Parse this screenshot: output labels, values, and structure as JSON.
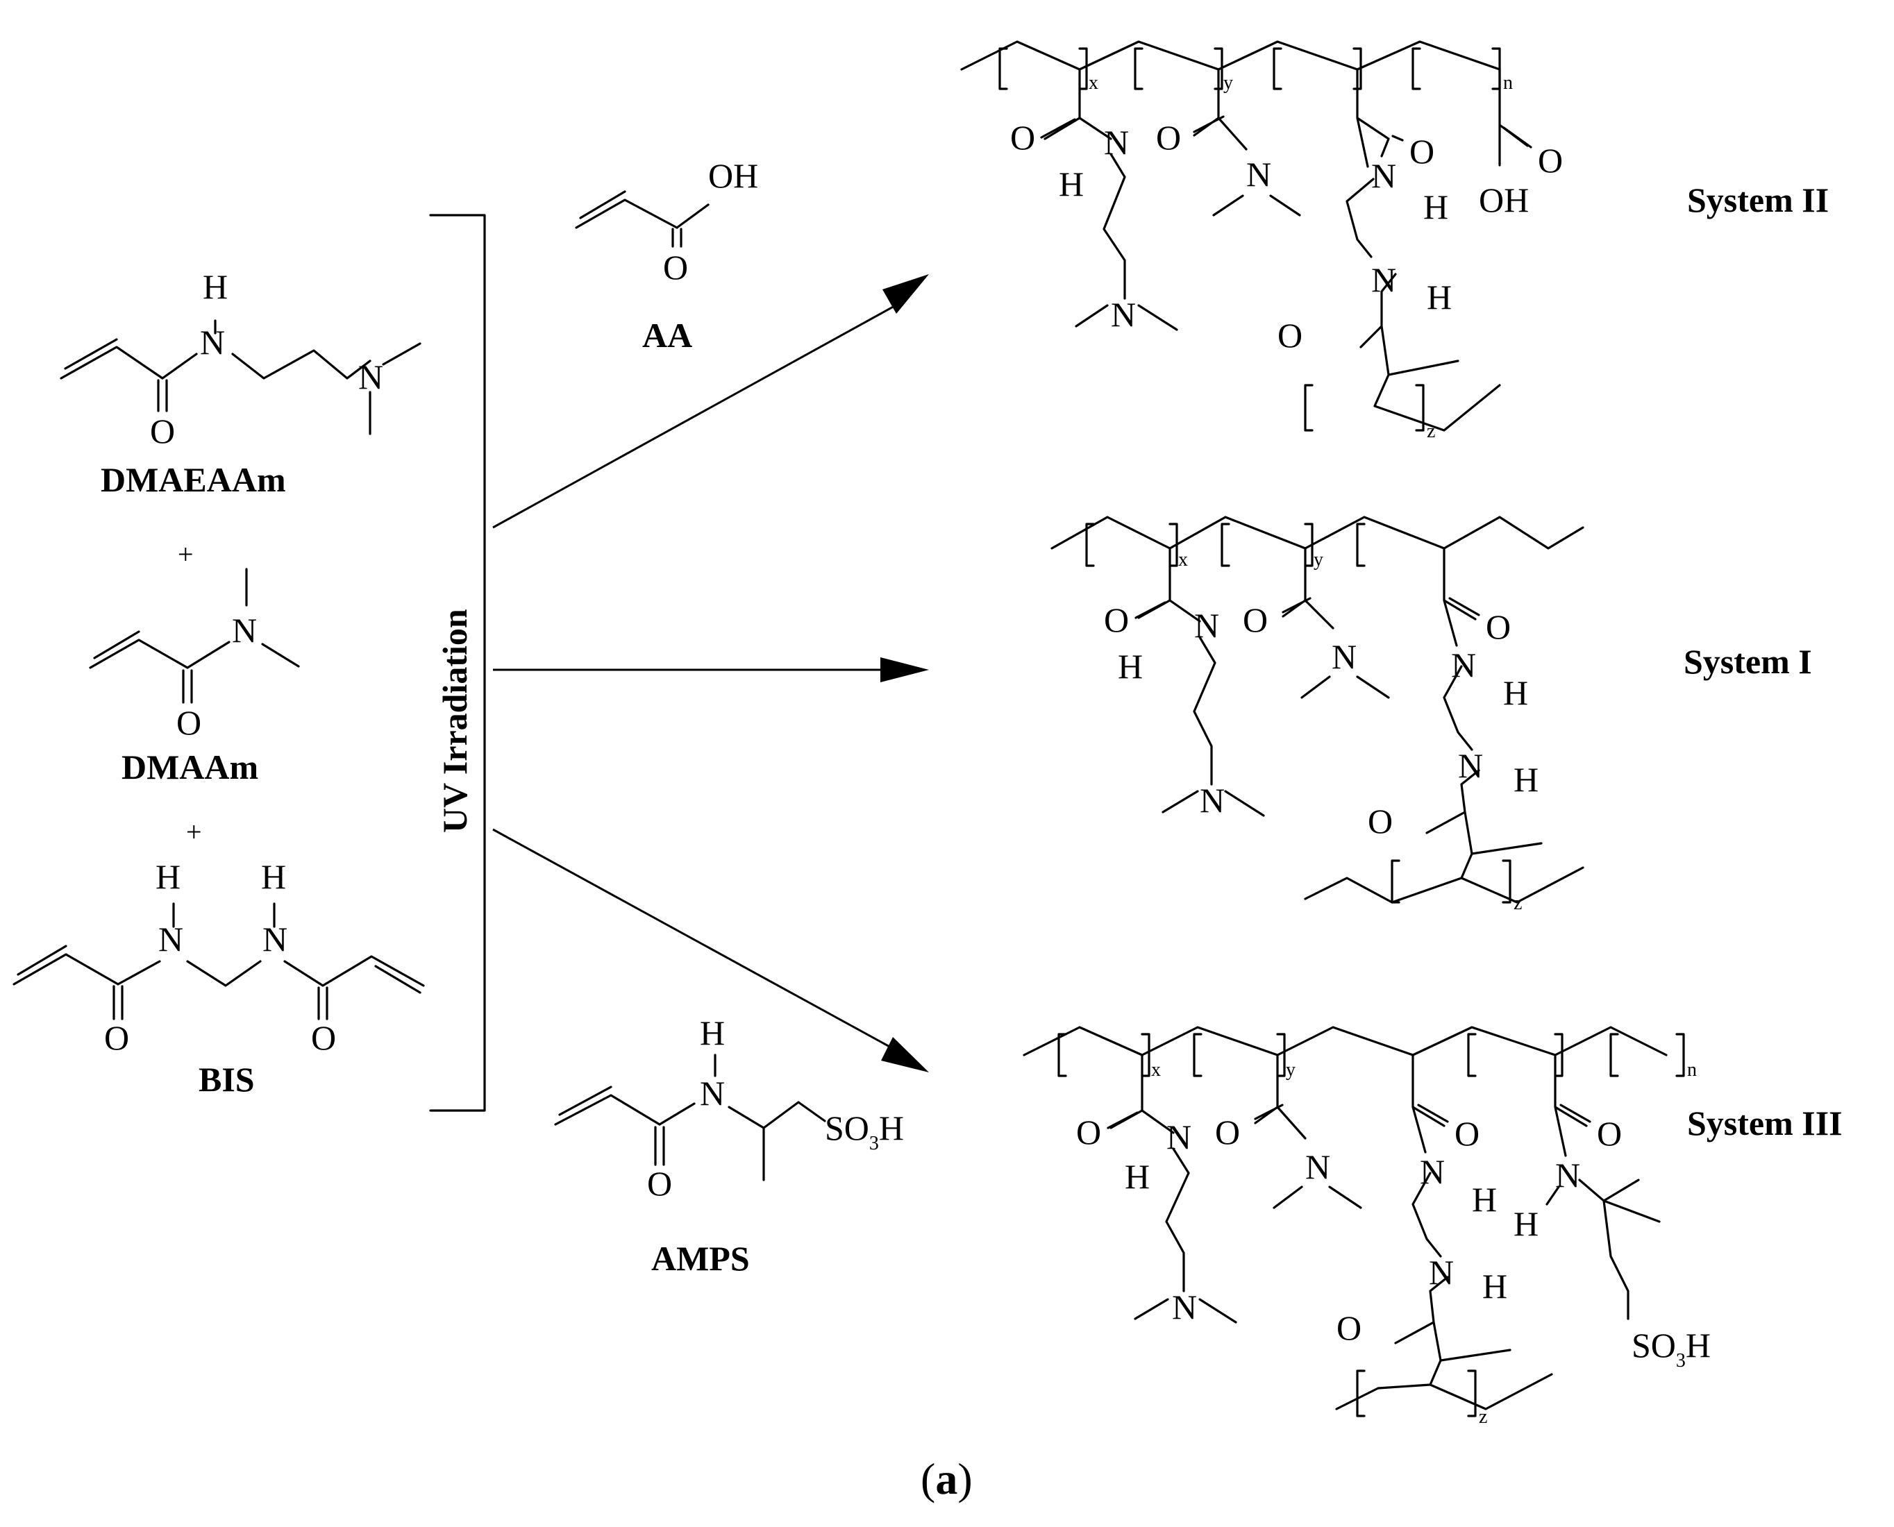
{
  "atoms": {
    "H": "H",
    "N": "N",
    "O": "O",
    "OH": "OH",
    "SO3H_main": "SO",
    "SO3H_sub": "3",
    "SO3H_end": "H"
  },
  "reactants": {
    "dmaeaam": "DMAEAAm",
    "dmaam": "DMAAm",
    "bis": "BIS",
    "aa": "AA",
    "amps": "AMPS",
    "plus": "+"
  },
  "reaction": {
    "condition": "UV Irradiation"
  },
  "repeat_units": {
    "x": "x",
    "y": "y",
    "z": "z",
    "n": "n"
  },
  "systems": {
    "system_ii": "System II",
    "system_i": "System I",
    "system_iii": "System III"
  },
  "caption": {
    "open": "(",
    "letter": "a",
    "close": ")"
  }
}
